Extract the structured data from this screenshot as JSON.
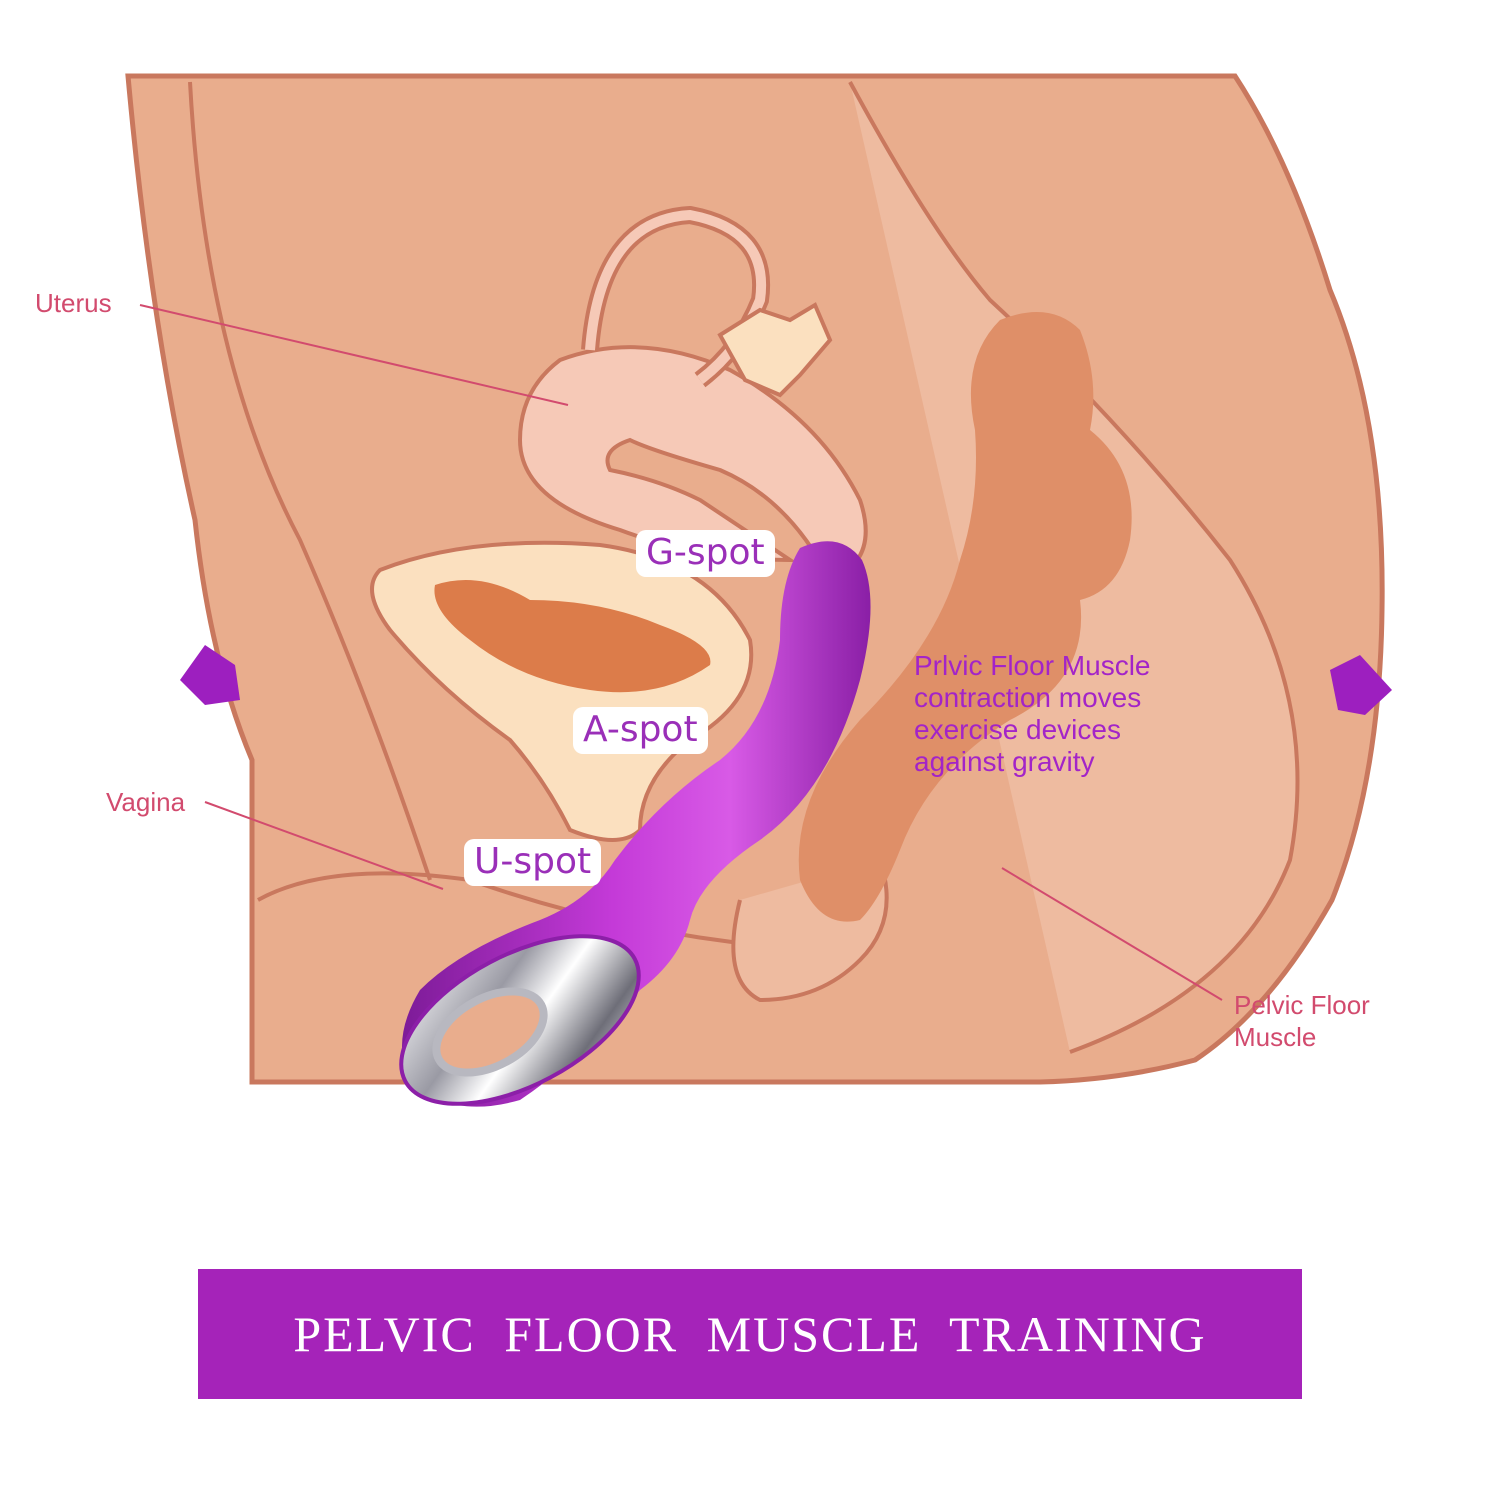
{
  "labels": {
    "uterus": "Uterus",
    "vagina": "Vagina",
    "pelvic_floor_muscle": "Pelvic Floor\nMuscle",
    "g_spot": "G-spot",
    "a_spot": "A-spot",
    "u_spot": "U-spot"
  },
  "note": "Prlvic Floor Muscle\ncontraction moves\nexercise devices\nagainst gravity",
  "banner": {
    "title": "PELVIC FLOOR MUSCLE TRAINING"
  },
  "colors": {
    "skin_outline": "#c9785e",
    "skin_fill": "#e9ad8d",
    "uterus_fill": "#f6c9b7",
    "bladder_fill": "#fbe0bf",
    "rectum_fill": "#df8f68",
    "device_purple": "#a42bbf",
    "banner_purple": "#a523b9",
    "label_pink": "#d24b6e",
    "note_purple": "#a324c8"
  },
  "icons": [
    "arrow-right-icon",
    "arrow-left-icon"
  ]
}
